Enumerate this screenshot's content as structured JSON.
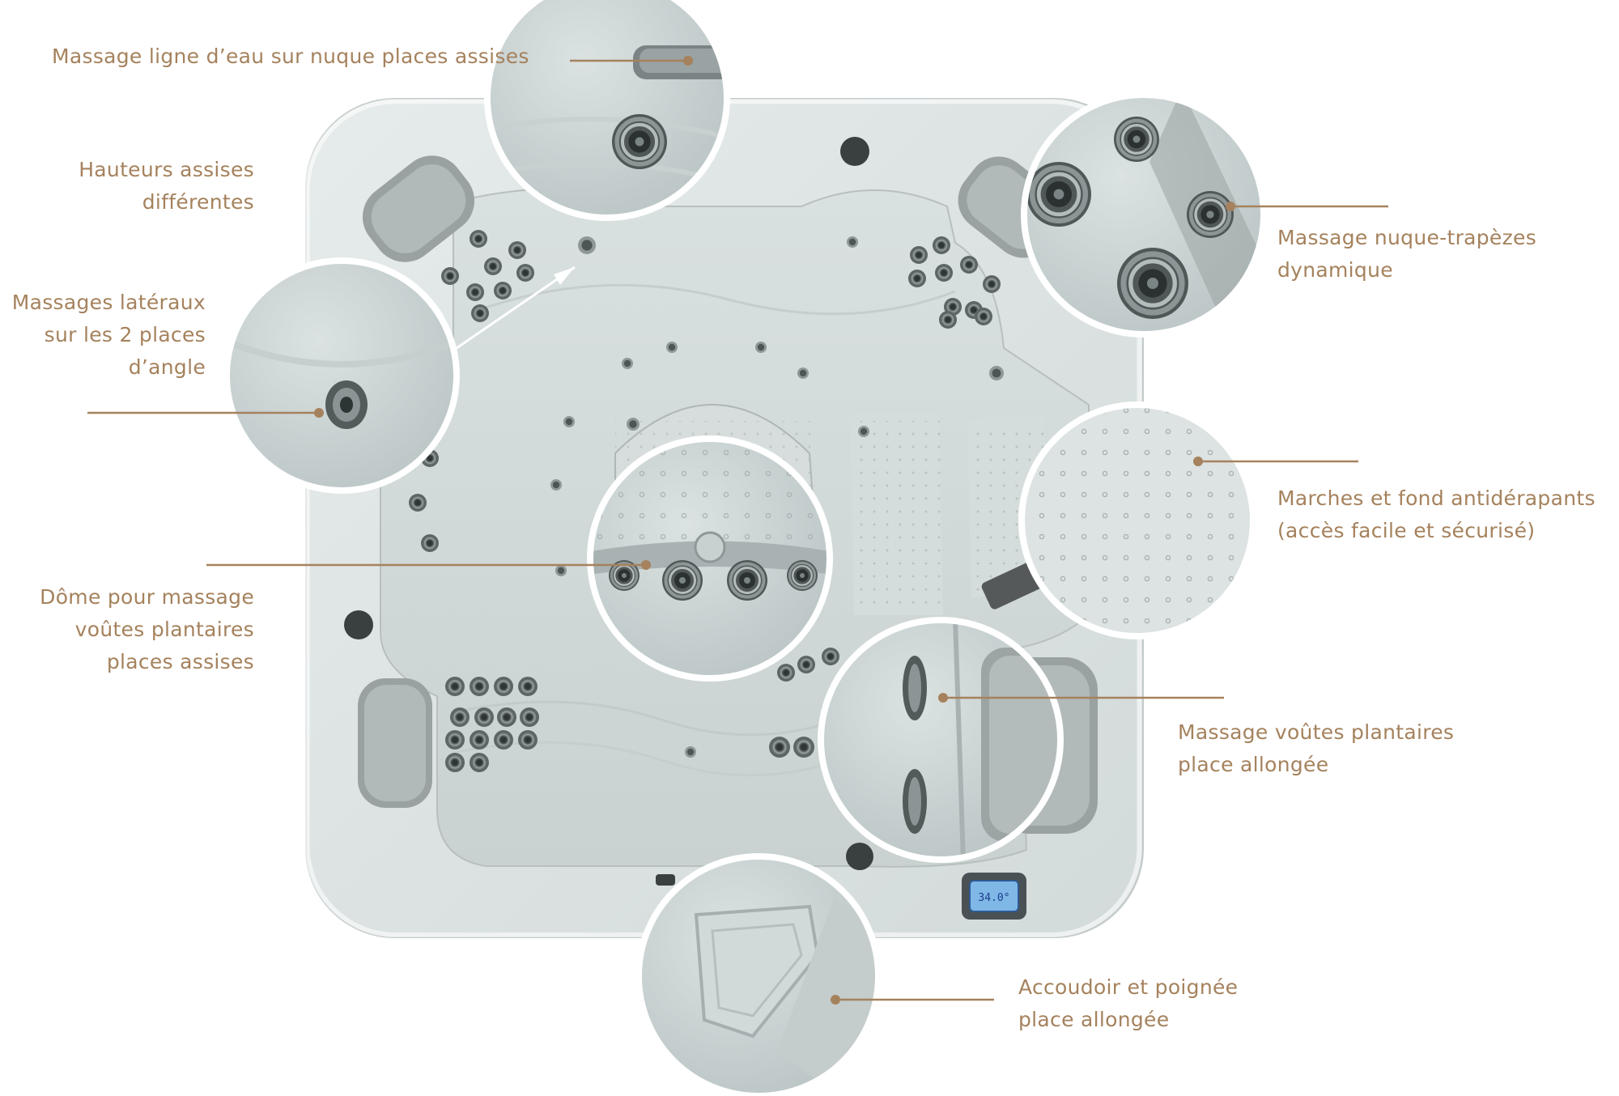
{
  "callouts": [
    {
      "id": "waterline-neck",
      "lines": [
        "Massage ligne d’eau sur nuque places assises"
      ]
    },
    {
      "id": "seat-heights",
      "lines": [
        "Hauteurs assises",
        "différentes"
      ]
    },
    {
      "id": "lateral",
      "lines": [
        "Massages latéraux",
        "sur les 2 places",
        "d’angle"
      ]
    },
    {
      "id": "dome",
      "lines": [
        "Dôme pour massage",
        "voûtes plantaires",
        "places assises"
      ]
    },
    {
      "id": "neck-trapeze",
      "lines": [
        "Massage nuque-trapèzes",
        "dynamique"
      ]
    },
    {
      "id": "non-slip",
      "lines": [
        "Marches et fond antidérapants",
        "(accès facile et sécurisé)"
      ]
    },
    {
      "id": "lounger-foot",
      "lines": [
        "Massage voûtes plantaires",
        "place allongée"
      ]
    },
    {
      "id": "armrest",
      "lines": [
        "Accoudoir et poignée",
        "place allongée"
      ]
    }
  ],
  "control_panel": {
    "display": "34.0°"
  },
  "colors": {
    "label": "#a5825d",
    "leader": "#a5825d",
    "shell": "#dde3e3",
    "circle_border": "#ffffff"
  }
}
